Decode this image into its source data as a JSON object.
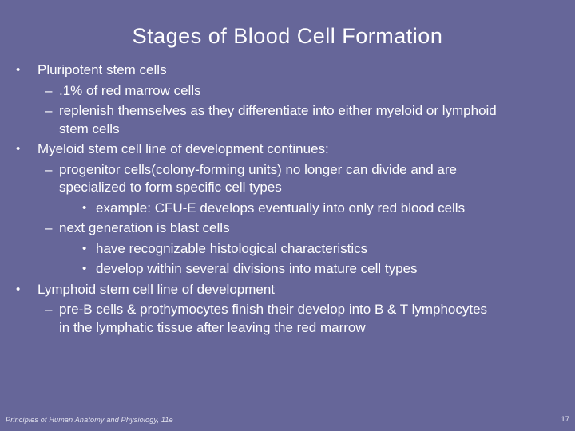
{
  "slide": {
    "title": "Stages of Blood Cell Formation",
    "colors": {
      "background": "#666699",
      "title_text": "#FFFFFF",
      "body_text": "#FFFFFF",
      "footer_text": "#E4E4F0"
    },
    "body": {
      "items": [
        {
          "level": 1,
          "marker": "•",
          "lines": [
            "Pluripotent stem cells"
          ]
        },
        {
          "level": 2,
          "marker": "–",
          "lines": [
            ".1% of red marrow cells"
          ]
        },
        {
          "level": 2,
          "marker": "–",
          "lines": [
            "replenish themselves as they differentiate into either myeloid or lymphoid",
            "stem cells"
          ]
        },
        {
          "level": 1,
          "marker": "•",
          "lines": [
            "Myeloid stem cell line of development continues:"
          ]
        },
        {
          "level": 2,
          "marker": "–",
          "lines": [
            "progenitor cells(colony-forming units) no longer can divide and are",
            "specialized to form specific cell types"
          ]
        },
        {
          "level": 3,
          "marker": "•",
          "lines": [
            "example: CFU-E develops eventually into only red blood cells"
          ]
        },
        {
          "level": 2,
          "marker": "–",
          "lines": [
            "next generation is blast cells"
          ]
        },
        {
          "level": 3,
          "marker": "•",
          "lines": [
            "have recognizable histological characteristics"
          ]
        },
        {
          "level": 3,
          "marker": "•",
          "lines": [
            "develop within several divisions into mature cell types"
          ]
        },
        {
          "level": 1,
          "marker": "•",
          "lines": [
            "Lymphoid stem cell line of development"
          ]
        },
        {
          "level": 2,
          "marker": "–",
          "lines": [
            "pre-B cells & prothymocytes finish their develop into B & T lymphocytes",
            "in the lymphatic tissue after leaving the red marrow"
          ]
        }
      ]
    },
    "footer": {
      "source_text": "Principles of Human Anatomy and Physiology, 11e",
      "page_number": "17"
    }
  }
}
